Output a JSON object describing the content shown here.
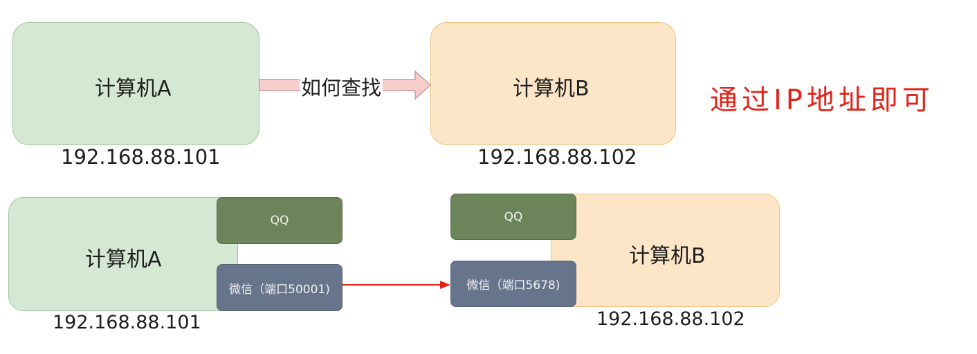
{
  "top": {
    "computer_a": {
      "label": "计算机A",
      "ip": "192.168.88.101"
    },
    "computer_b": {
      "label": "计算机B",
      "ip": "192.168.88.102"
    },
    "arrow_label": "如何查找",
    "note": "通过IP地址即可"
  },
  "bottom": {
    "computer_a": {
      "label": "计算机A",
      "ip": "192.168.88.101",
      "apps": {
        "qq": "QQ",
        "wechat": "微信（端口50001)"
      }
    },
    "computer_b": {
      "label": "计算机B",
      "ip": "192.168.88.102",
      "apps": {
        "qq": "QQ",
        "wechat": "微信（端口5678)"
      }
    }
  },
  "colors": {
    "computer_a_fill": "#d5e8d4",
    "computer_b_fill": "#fde6c8",
    "qq_fill": "#6b8459",
    "wechat_fill": "#66758b",
    "note_red": "#e2231a",
    "connection_red": "#e2231a",
    "hollow_arrow_fill": "#f8cecc"
  }
}
